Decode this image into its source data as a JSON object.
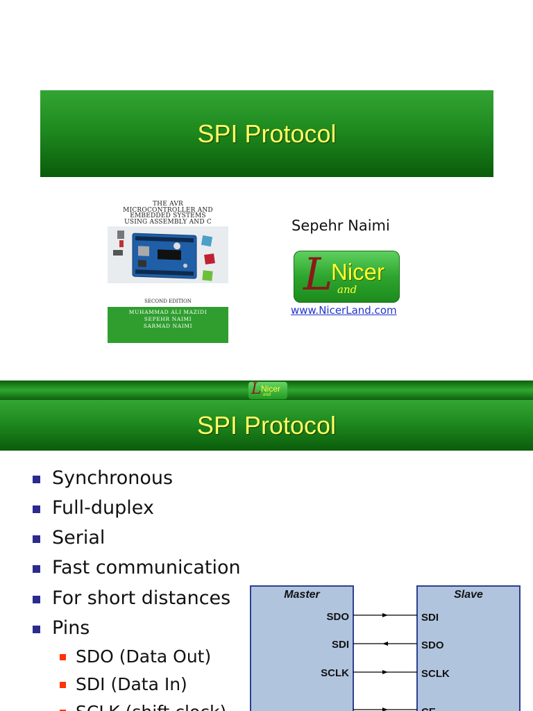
{
  "slide1": {
    "title": "SPI Protocol",
    "book": {
      "title_lines": [
        "THE AVR",
        "MICROCONTROLLER AND",
        "EMBEDDED SYSTEMS",
        "USING ASSEMBLY AND C"
      ],
      "edition": "SECOND EDITION",
      "authors": [
        "MUHAMMAD ALI MAZIDI",
        "SEPEHR NAIMI",
        "SARMAD NAIMI"
      ]
    },
    "author": "Sepehr Naimi",
    "logo": {
      "letter": "L",
      "word": "Nicer",
      "sub": "and"
    },
    "link": "www.NicerLand.com"
  },
  "slide2": {
    "mini_logo": {
      "letter": "L",
      "word": "Nicer",
      "sub": "and"
    },
    "title": "SPI Protocol",
    "bullets": [
      "Synchronous",
      "Full-duplex",
      "Serial",
      "Fast communication",
      "For short distances",
      "Pins"
    ],
    "sub_bullets": [
      "SDO (Data Out)",
      "SDI (Data In)",
      "SCLK (shift clock)"
    ],
    "diagram": {
      "master_label": "Master",
      "slave_label": "Slave",
      "master_pins": [
        "SDO",
        "SDI",
        "SCLK"
      ],
      "slave_pins": [
        "SDI",
        "SDO",
        "SCLK",
        "CE"
      ]
    }
  },
  "colors": {
    "banner_green": "#1f8a1f",
    "title_yellow": "#ffff66",
    "bullet_marker": "#2b2b8f",
    "sub_marker": "#ff3300",
    "box_fill": "#b0c4de",
    "box_border": "#2b3f8f"
  }
}
